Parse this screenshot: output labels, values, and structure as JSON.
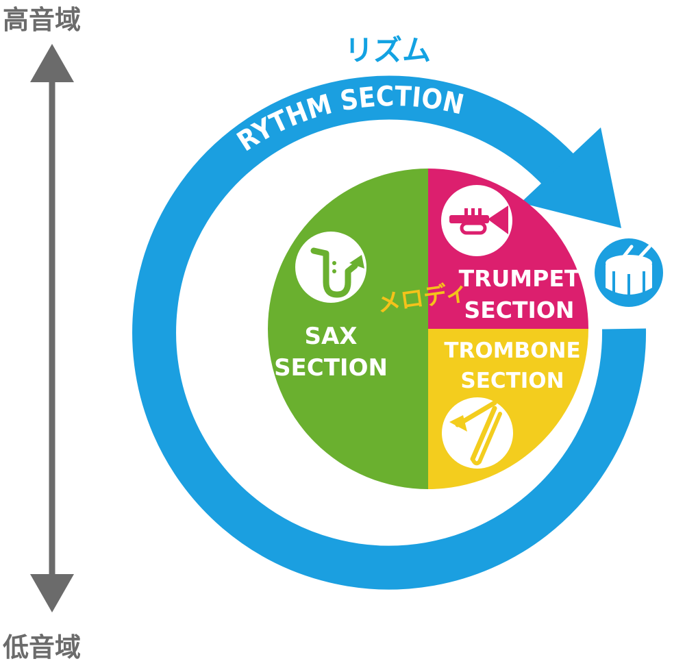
{
  "range_axis": {
    "high_label": "高音域",
    "low_label": "低音域"
  },
  "rhythm": {
    "title": "リズム",
    "ring_label": "RYTHM SECTION",
    "icon": "drum-icon"
  },
  "melody": {
    "label": "メロディ"
  },
  "sections": {
    "sax": {
      "line1": "SAX",
      "line2": "SECTION",
      "icon": "saxophone-icon"
    },
    "trumpet": {
      "line1": "TRUMPET",
      "line2": "SECTION",
      "icon": "trumpet-icon"
    },
    "trombone": {
      "line1": "TROMBONE",
      "line2": "SECTION",
      "icon": "trombone-icon"
    }
  },
  "colors": {
    "rhythm_blue": "#1b9fe0",
    "sax_green": "#6ab02f",
    "trumpet_magenta": "#dc1f6e",
    "trombone_yellow": "#f3cd1e",
    "melody_text": "#f4c21b",
    "axis_gray": "#6b6b6b"
  }
}
